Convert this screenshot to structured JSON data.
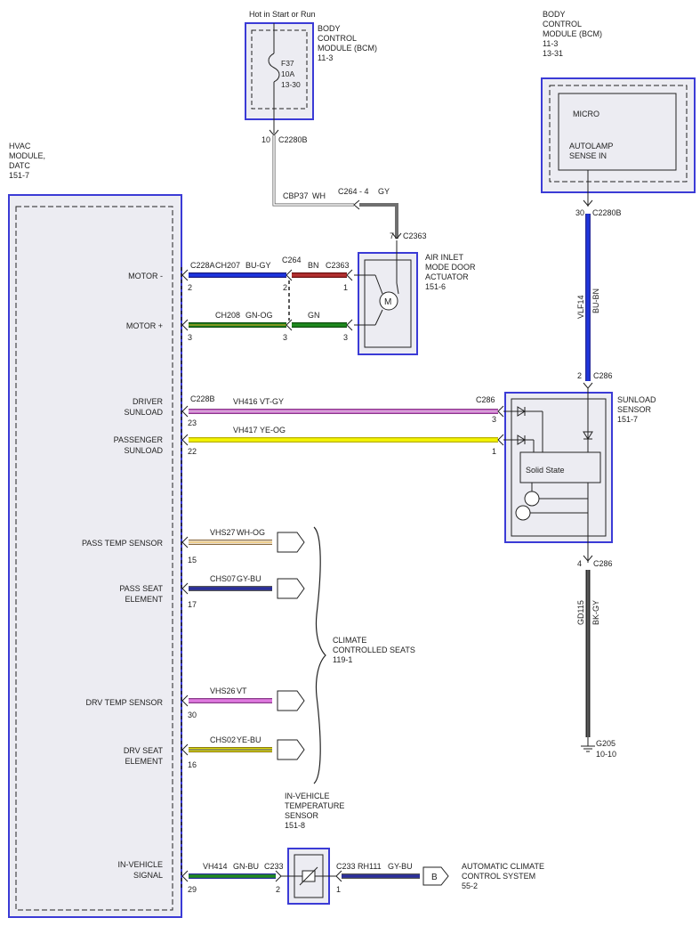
{
  "bcm_top": {
    "header": "Hot in Start or Run",
    "name_lines": [
      "BODY",
      "CONTROL",
      "MODULE (BCM)",
      "11-3"
    ],
    "fuse": [
      "F37",
      "10A",
      "13-30"
    ],
    "pin": "10",
    "connector": "C2280B"
  },
  "bcm_right": {
    "name_lines": [
      "BODY",
      "CONTROL",
      "MODULE (BCM)",
      "11-3",
      "13-31"
    ],
    "inner": [
      "MICRO",
      "AUTOLAMP",
      "SENSE IN"
    ],
    "pin": "30",
    "connector": "C2280B"
  },
  "hvac": {
    "name_lines": [
      "HVAC",
      "MODULE,",
      "DATC",
      "151-7"
    ],
    "signals": [
      {
        "lines": [
          "MOTOR -"
        ]
      },
      {
        "lines": [
          "MOTOR +"
        ]
      },
      {
        "lines": [
          "DRIVER",
          "SUNLOAD"
        ]
      },
      {
        "lines": [
          "PASSENGER",
          "SUNLOAD"
        ]
      },
      {
        "lines": [
          "PASS TEMP SENSOR"
        ]
      },
      {
        "lines": [
          "PASS SEAT",
          "ELEMENT"
        ]
      },
      {
        "lines": [
          "DRV TEMP SENSOR"
        ]
      },
      {
        "lines": [
          "DRV SEAT",
          "ELEMENT"
        ]
      },
      {
        "lines": [
          "IN-VEHICLE",
          "SIGNAL"
        ]
      }
    ]
  },
  "cbp_wire": {
    "circuit": "CBP37",
    "color": "WH",
    "splice": "C264 - 4",
    "splice_color": "GY"
  },
  "actuator": {
    "name_lines": [
      "AIR INLET",
      "MODE DOOR",
      "ACTUATOR",
      "151-6"
    ],
    "pin7": "7",
    "connector": "C2363"
  },
  "motor_wires": {
    "conn_a": "C228A",
    "minus": {
      "pin": "2",
      "circuit": "CH207",
      "color": "BU-GY",
      "mid_pin": "2",
      "mid_conn": "C264",
      "color2": "BN",
      "act_conn": "C2363",
      "act_pin": "1"
    },
    "plus": {
      "pin": "3",
      "circuit": "CH208",
      "color": "GN-OG",
      "mid_pin": "3",
      "color2": "GN",
      "act_pin": "3"
    }
  },
  "sunload_wires": {
    "conn_b": "C228B",
    "driver": {
      "pin": "23",
      "circuit": "VH416",
      "color": "VT-GY",
      "conn": "C286",
      "end_pin": "3"
    },
    "pass": {
      "pin": "22",
      "circuit": "VH417",
      "color": "YE-OG",
      "end_pin": "1"
    }
  },
  "sunload_sensor": {
    "name_lines": [
      "SUNLOAD",
      "SENSOR",
      "151-7"
    ],
    "inner": "Solid State"
  },
  "vlf_wire": {
    "circuit": "VLF14",
    "color": "BU-BN",
    "pin": "2",
    "conn": "C286"
  },
  "ground_wire": {
    "pin": "4",
    "conn": "C286",
    "circuit": "GD115",
    "color": "BK-GY",
    "ground": "G205",
    "ground_ref": "10-10"
  },
  "seat_wires": [
    {
      "pin": "15",
      "circuit": "VHS27",
      "color": "WH-OG"
    },
    {
      "pin": "17",
      "circuit": "CHS07",
      "color": "GY-BU"
    },
    {
      "pin": "30",
      "circuit": "VHS26",
      "color": "VT"
    },
    {
      "pin": "16",
      "circuit": "CHS02",
      "color": "YE-BU"
    }
  ],
  "climate_seats": {
    "name_lines": [
      "CLIMATE",
      "CONTROLLED SEATS",
      "119-1"
    ]
  },
  "invehicle": {
    "name_lines": [
      "IN-VEHICLE",
      "TEMPERATURE",
      "SENSOR",
      "151-8"
    ],
    "pin": "29",
    "circuit": "VH414",
    "color": "GN-BU",
    "conn_left": "C233",
    "pin_left": "2",
    "conn_right": "C233",
    "pin_right": "1",
    "circuit2": "RH111",
    "color2": "GY-BU",
    "arrow_label": "B"
  },
  "auto_climate": {
    "name_lines": [
      "AUTOMATIC CLIMATE",
      "CONTROL SYSTEM",
      "55-2"
    ]
  },
  "colors": {
    "component_fill": "#ececf2",
    "component_border": "#3b3bd6",
    "blue_wire": "#1d35e0",
    "brown_wire": "#b33030",
    "green_wire": "#1f8a1f",
    "violet_wire": "#e07ae0",
    "yellow_wire": "#f5f500",
    "navy_wire": "#2a2e9c",
    "black_wire": "#2b2b2b",
    "gray_wire": "#6f6f6f"
  }
}
